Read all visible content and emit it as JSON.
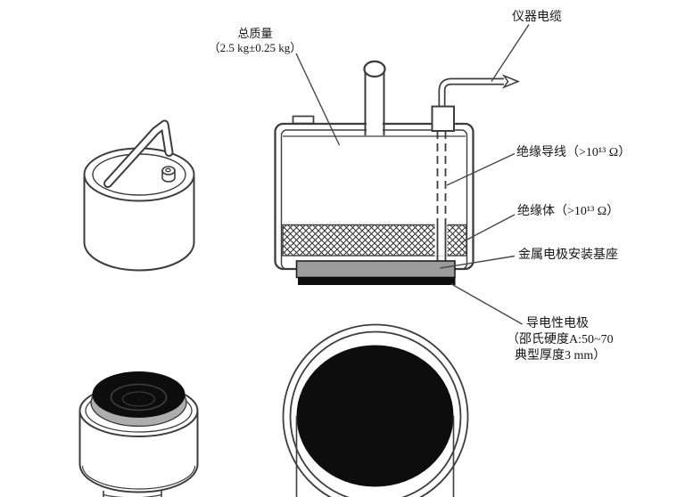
{
  "diagram": {
    "labels": {
      "total_mass": {
        "line1": "总质量",
        "line2": "（2.5 kg±0.25 kg）"
      },
      "instrument_cable": "仪器电缆",
      "insulated_wire": "绝缘导线（>10¹³ Ω）",
      "insulator": "绝缘体（>10¹³ Ω）",
      "metal_electrode_base": "金属电极安装基座",
      "conductive_electrode": {
        "line1": "导电性电极",
        "line2": "（邵氏硬度A:50~70",
        "line3": "典型厚度3 mm）"
      }
    },
    "colors": {
      "line": "#3d3d3d",
      "leader_line": "#474747",
      "base_gray": "#9c9c9c",
      "electrode_black": "#0d0d0d",
      "background": "#ffffff"
    }
  }
}
